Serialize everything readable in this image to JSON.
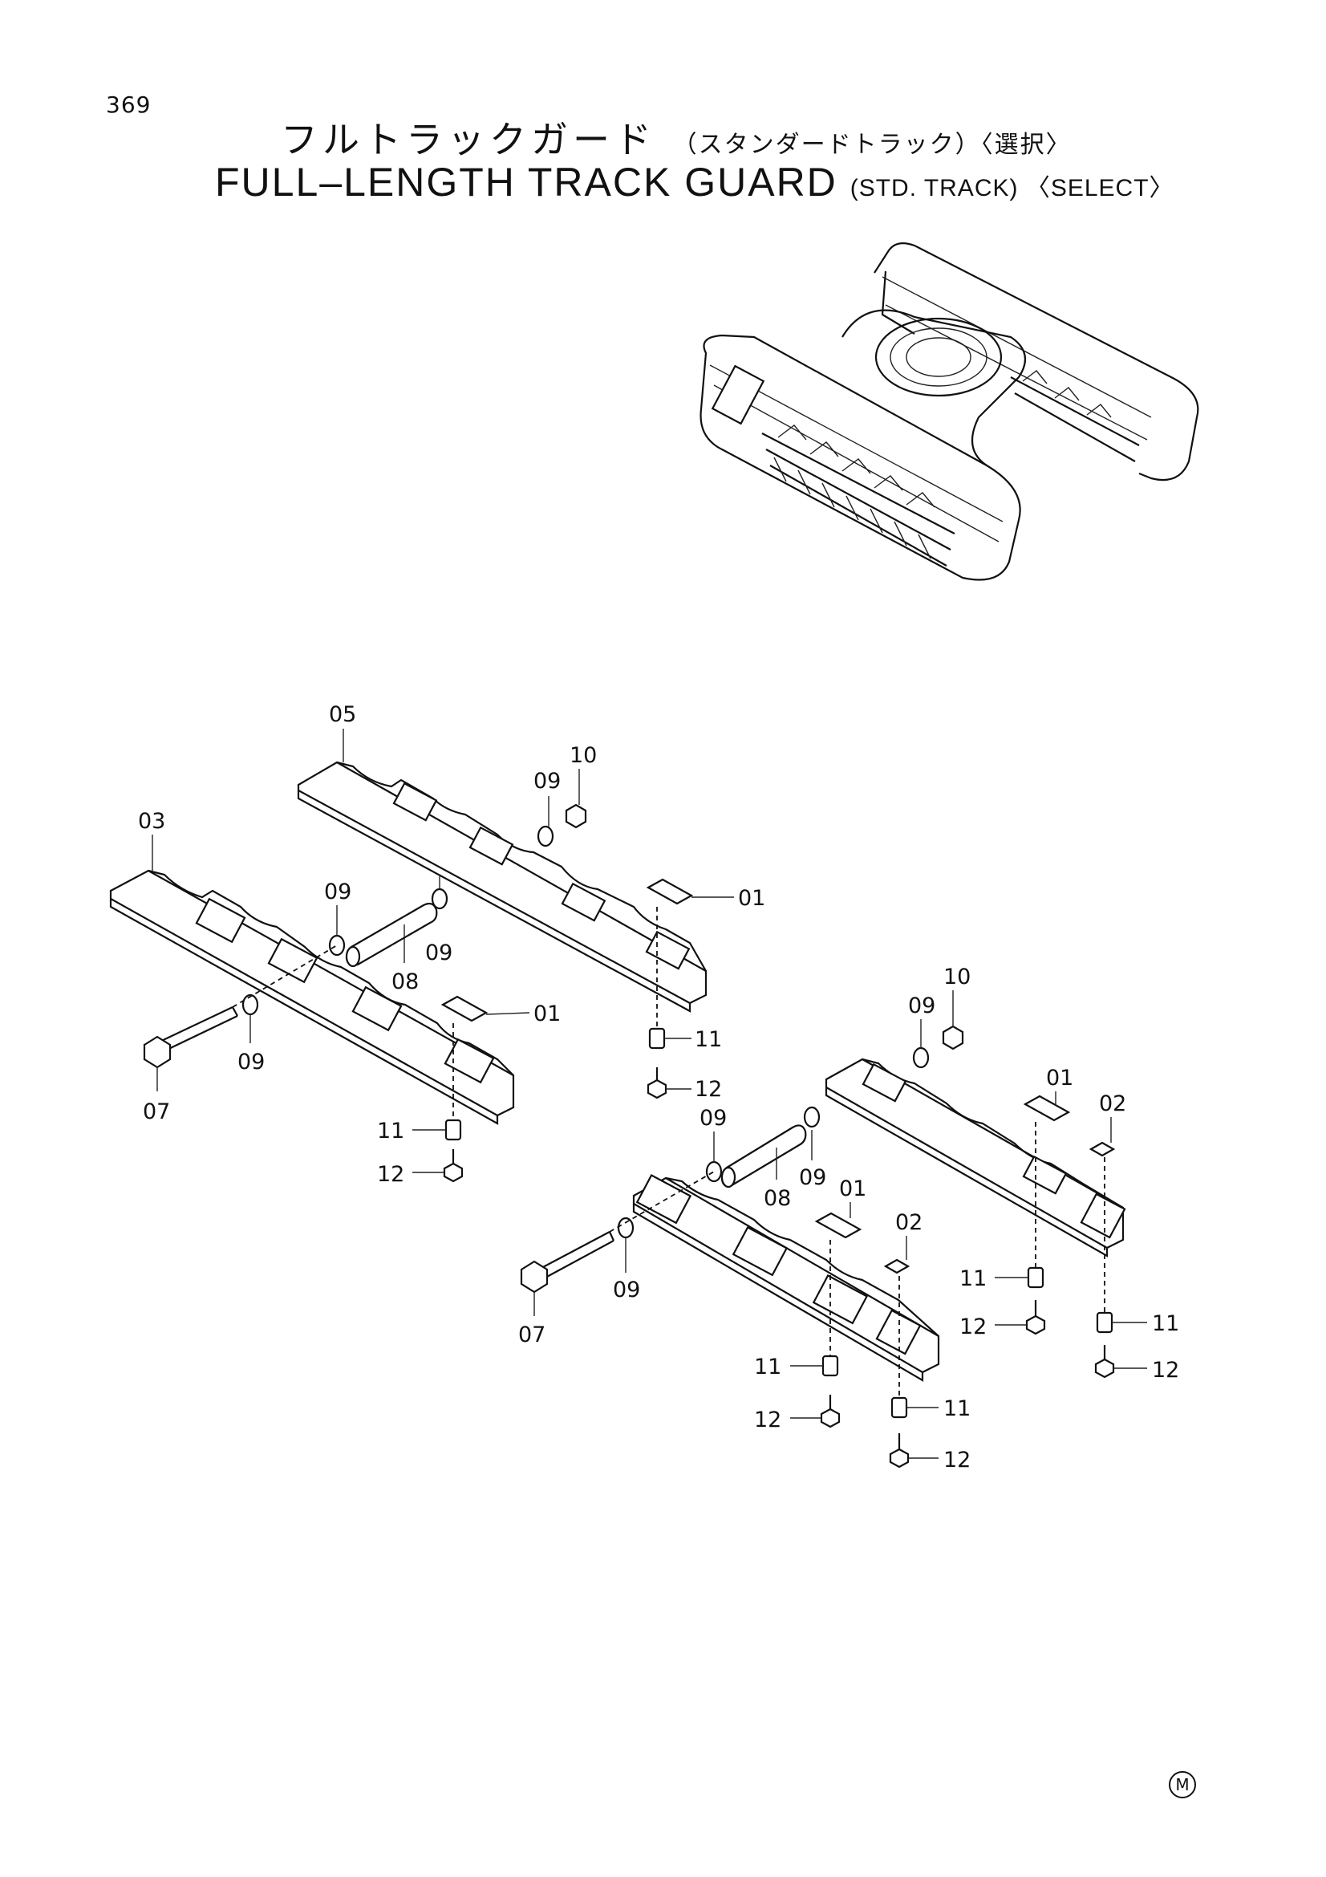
{
  "page_number": "369",
  "title_jp": {
    "main": "フルトラックガード",
    "sub": "（スタンダードトラック）〈選択〉"
  },
  "title_en": {
    "main": "FULL–LENGTH TRACK GUARD",
    "sub": "(STD. TRACK) 〈SELECT〉"
  },
  "callouts": [
    "05",
    "10",
    "09",
    "03",
    "09",
    "09",
    "08",
    "01",
    "09",
    "01",
    "07",
    "11",
    "12",
    "11",
    "12",
    "10",
    "09",
    "01",
    "02",
    "09",
    "09",
    "08",
    "01",
    "02",
    "09",
    "07",
    "11",
    "12",
    "11",
    "12",
    "11",
    "12",
    "11",
    "12"
  ],
  "mark": "M"
}
